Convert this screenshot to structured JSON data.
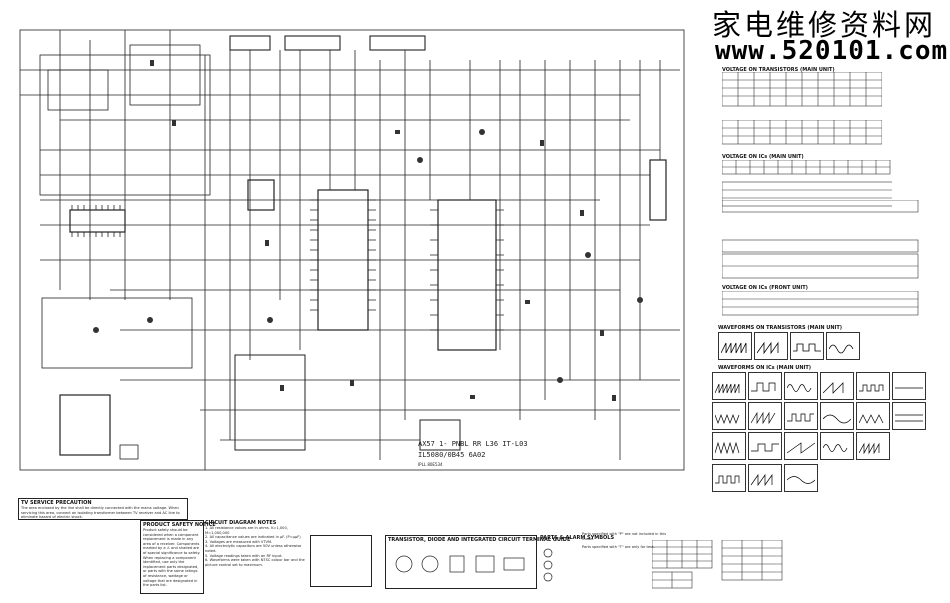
{
  "watermark": {
    "title": "家电维修资料网",
    "url": "www.520101.com"
  },
  "schematic": {
    "ic_label_1": "AX57 1- PNBL RR L36 IT-L03",
    "ic_label_2": "IL5080/0B45 6A02",
    "ic_label_3": "IPLL 80E534",
    "sections": {
      "voltage_main": "VOLTAGE ON TRANSISTORS (MAIN UNIT)",
      "voltage_front": "VOLTAGE ON ICs (MAIN UNIT)",
      "voltage_cpu": "VOLTAGE ON ICs (FRONT UNIT)",
      "waveforms_transistors": "WAVEFORMS ON TRANSISTORS (MAIN UNIT)",
      "waveforms_ics": "WAVEFORMS ON ICs (MAIN UNIT)"
    },
    "notes": {
      "service_precaution_title": "TV SERVICE PRECAUTION",
      "service_precaution_body": "The area enclosed by the line shall be directly connected with the mains voltage. When servicing this area, connect an isolating transformer between TV receiver and AC line to eliminate hazard of electric shock.",
      "product_safety_title": "PRODUCT SAFETY NOTICE",
      "product_safety_body": "Product safety should be considered when a component replacement is made in any area of a receiver. Components marked by a ⚠ and shaded are of special significance to safety. When replacing a component identified, use only the replacement parts designated, or parts with the same ratings of resistance, wattage or voltage that are designated in the parts list.",
      "circuit_notes_title": "CIRCUIT DIAGRAM NOTES",
      "circuit_notes_body": "1. All resistance values are in ohms. K=1,000, M=1,000,000\n2. All capacitance values are indicated in µF. (P=µµF)\n3. Voltages are measured with VTVM.\n4. All electrolytic capacitors are 50V unless otherwise noted.\n5. Voltage readings taken with an RF input.\n6. Waveforms were taken with NTSC colour bar and the picture control set to maximum.",
      "legend_title": "TRANSISTOR, DIODE AND INTEGRATED CIRCUIT TERMINAL GUIDE",
      "parts_symbols_title": "PARTS & ALARM SYMBOLS",
      "check_note_1": "Parts specified with \"P\" are not included in this model.",
      "check_note_2": "Parts specified with \"T\" are only for test."
    }
  }
}
